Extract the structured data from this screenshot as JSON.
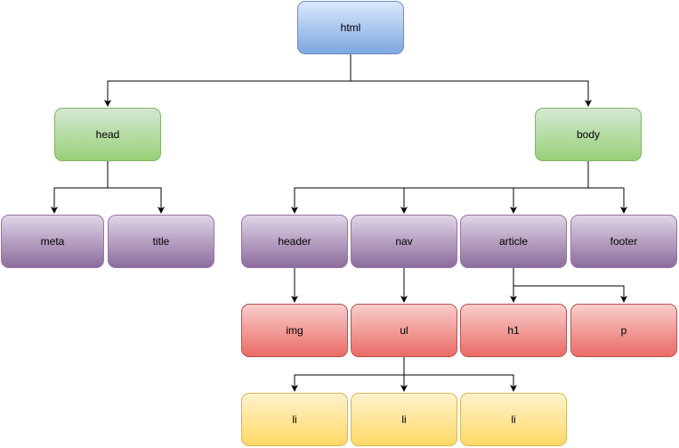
{
  "nodes": {
    "html": "html",
    "head": "head",
    "body": "body",
    "meta": "meta",
    "title": "title",
    "header": "header",
    "nav": "nav",
    "article": "article",
    "footer": "footer",
    "img": "img",
    "ul": "ul",
    "h1": "h1",
    "p": "p",
    "li1": "li",
    "li2": "li",
    "li3": "li"
  },
  "colors": {
    "blue": "#dae8fc",
    "green": "#d5e8d4",
    "purple": "#e1d5e7",
    "red": "#f8cecc",
    "yellow": "#fff2cc",
    "edge": "#000000"
  }
}
